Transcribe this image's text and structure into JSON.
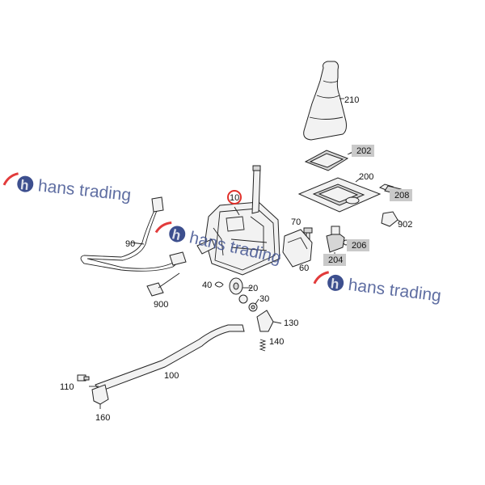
{
  "diagram": {
    "callouts": [
      {
        "id": "210",
        "text": "210",
        "highlight": false,
        "circled": false
      },
      {
        "id": "202",
        "text": "202",
        "highlight": true,
        "circled": false
      },
      {
        "id": "200",
        "text": "200",
        "highlight": false,
        "circled": false
      },
      {
        "id": "208",
        "text": "208",
        "highlight": true,
        "circled": false
      },
      {
        "id": "10",
        "text": "10",
        "highlight": false,
        "circled": true
      },
      {
        "id": "70",
        "text": "70",
        "highlight": false,
        "circled": false
      },
      {
        "id": "902",
        "text": "902",
        "highlight": false,
        "circled": false
      },
      {
        "id": "206",
        "text": "206",
        "highlight": true,
        "circled": false
      },
      {
        "id": "204",
        "text": "204",
        "highlight": true,
        "circled": false
      },
      {
        "id": "60",
        "text": "60",
        "highlight": false,
        "circled": false
      },
      {
        "id": "90",
        "text": "90",
        "highlight": false,
        "circled": false
      },
      {
        "id": "40",
        "text": "40",
        "highlight": false,
        "circled": false
      },
      {
        "id": "20",
        "text": "20",
        "highlight": false,
        "circled": false
      },
      {
        "id": "30",
        "text": "30",
        "highlight": false,
        "circled": false
      },
      {
        "id": "900",
        "text": "900",
        "highlight": false,
        "circled": false
      },
      {
        "id": "130",
        "text": "130",
        "highlight": false,
        "circled": false
      },
      {
        "id": "140",
        "text": "140",
        "highlight": false,
        "circled": false
      },
      {
        "id": "100",
        "text": "100",
        "highlight": false,
        "circled": false
      },
      {
        "id": "110",
        "text": "110",
        "highlight": false,
        "circled": false
      },
      {
        "id": "160",
        "text": "160",
        "highlight": false,
        "circled": false
      }
    ]
  },
  "watermark": {
    "text": "hans trading",
    "logo_letter": "h",
    "color": "#3d4f8e",
    "accent_color": "#e23b3b"
  },
  "colors": {
    "highlight_box": "#c9c9c9",
    "circle_mark": "#e0302a",
    "line": "#222222"
  }
}
